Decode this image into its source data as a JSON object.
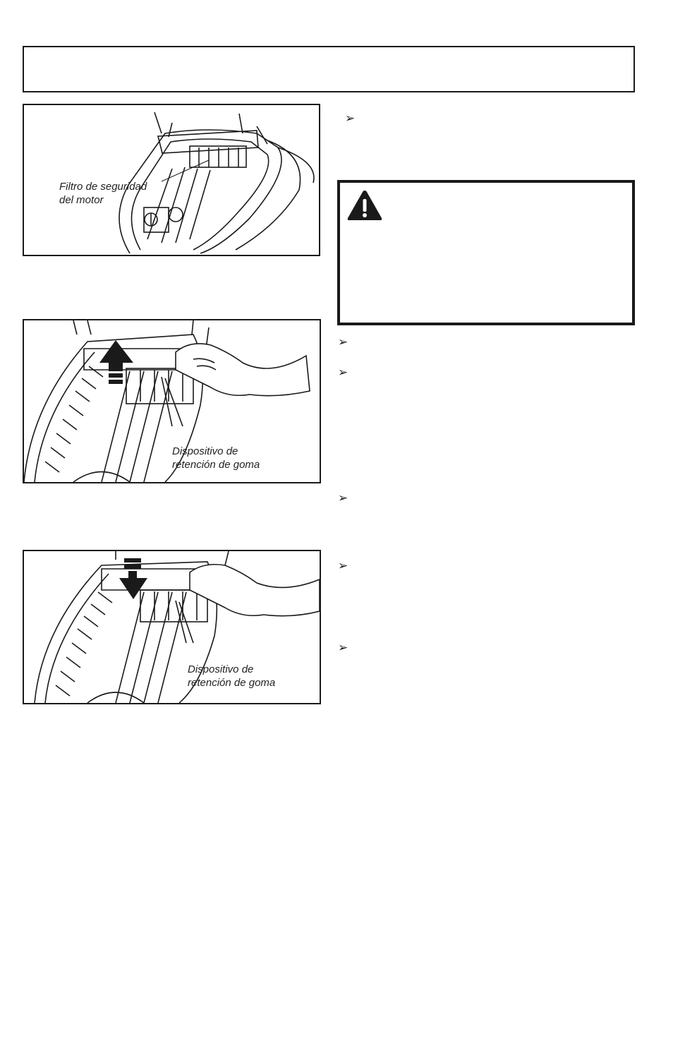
{
  "header": {
    "title": ""
  },
  "figures": [
    {
      "caption_lines": [
        "Filtro de seguridad",
        "del motor"
      ]
    },
    {
      "caption_lines": [
        "Dispositivo de",
        "retención de goma"
      ]
    },
    {
      "caption_lines": [
        "Dispositivo de",
        "retención de goma"
      ]
    }
  ],
  "bullet_symbol": "➢",
  "warning": {
    "icon": "warning-triangle-icon",
    "text": ""
  },
  "colors": {
    "ink": "#1a1a1a",
    "paper": "#ffffff"
  }
}
